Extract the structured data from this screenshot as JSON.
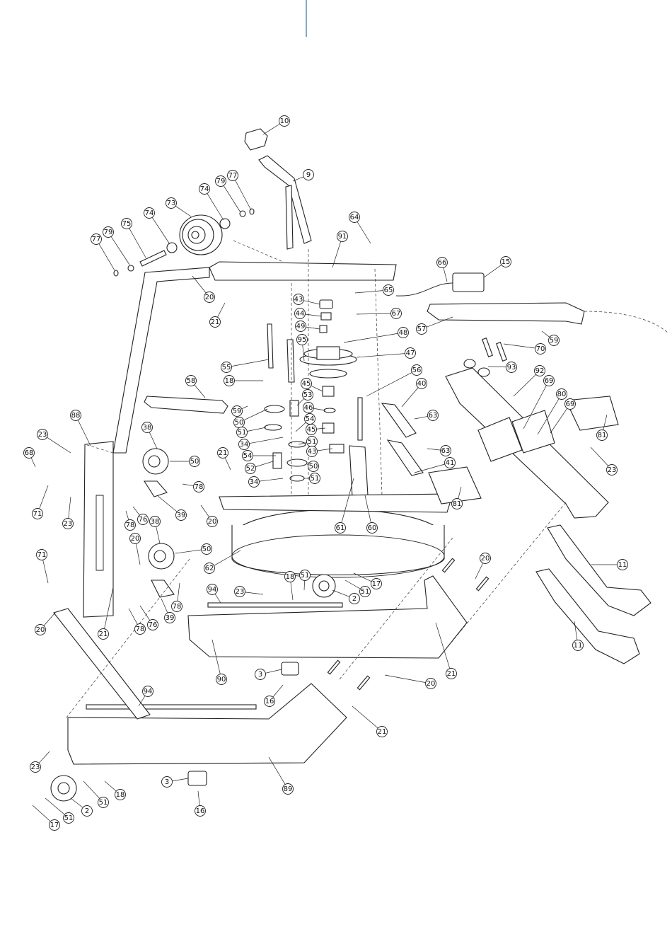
{
  "page": {
    "accent_color": "#3b78a8",
    "line_color": "#222222",
    "background": "#ffffff"
  },
  "diagram": {
    "callouts": [
      {
        "id": "c1",
        "label": "10"
      },
      {
        "id": "c2",
        "label": "9"
      },
      {
        "id": "c3",
        "label": "77"
      },
      {
        "id": "c4",
        "label": "74"
      },
      {
        "id": "c5",
        "label": "79"
      },
      {
        "id": "c6",
        "label": "73"
      },
      {
        "id": "c7",
        "label": "74"
      },
      {
        "id": "c8",
        "label": "75"
      },
      {
        "id": "c9",
        "label": "79"
      },
      {
        "id": "c10",
        "label": "77"
      },
      {
        "id": "c11",
        "label": "64"
      },
      {
        "id": "c12",
        "label": "91"
      },
      {
        "id": "c13",
        "label": "66"
      },
      {
        "id": "c14",
        "label": "15"
      },
      {
        "id": "c15",
        "label": "20"
      },
      {
        "id": "c16",
        "label": "21"
      },
      {
        "id": "c17",
        "label": "43"
      },
      {
        "id": "c18",
        "label": "65"
      },
      {
        "id": "c19",
        "label": "44"
      },
      {
        "id": "c20",
        "label": "67"
      },
      {
        "id": "c21",
        "label": "57"
      },
      {
        "id": "c22",
        "label": "49"
      },
      {
        "id": "c23",
        "label": "48"
      },
      {
        "id": "c24",
        "label": "59"
      },
      {
        "id": "c25",
        "label": "95"
      },
      {
        "id": "c26",
        "label": "70"
      },
      {
        "id": "c27",
        "label": "47"
      },
      {
        "id": "c28",
        "label": "55"
      },
      {
        "id": "c29",
        "label": "93"
      },
      {
        "id": "c30",
        "label": "56"
      },
      {
        "id": "c31",
        "label": "92"
      },
      {
        "id": "c32",
        "label": "18"
      },
      {
        "id": "c33",
        "label": "58"
      },
      {
        "id": "c34",
        "label": "45"
      },
      {
        "id": "c35",
        "label": "40"
      },
      {
        "id": "c36",
        "label": "69"
      },
      {
        "id": "c37",
        "label": "53"
      },
      {
        "id": "c38",
        "label": "59"
      },
      {
        "id": "c39",
        "label": "50"
      },
      {
        "id": "c40",
        "label": "46"
      },
      {
        "id": "c41",
        "label": "80"
      },
      {
        "id": "c42",
        "label": "69"
      },
      {
        "id": "c43",
        "label": "63"
      },
      {
        "id": "c44",
        "label": "88"
      },
      {
        "id": "c45",
        "label": "51"
      },
      {
        "id": "c46",
        "label": "54"
      },
      {
        "id": "c47",
        "label": "45"
      },
      {
        "id": "c48",
        "label": "81"
      },
      {
        "id": "c49",
        "label": "23"
      },
      {
        "id": "c50",
        "label": "38"
      },
      {
        "id": "c51",
        "label": "34"
      },
      {
        "id": "c52",
        "label": "51"
      },
      {
        "id": "c53",
        "label": "63"
      },
      {
        "id": "c54",
        "label": "68"
      },
      {
        "id": "c55",
        "label": "21"
      },
      {
        "id": "c56",
        "label": "54"
      },
      {
        "id": "c57",
        "label": "43"
      },
      {
        "id": "c58",
        "label": "23"
      },
      {
        "id": "c59",
        "label": "50"
      },
      {
        "id": "c60",
        "label": "52"
      },
      {
        "id": "c61",
        "label": "50"
      },
      {
        "id": "c62",
        "label": "41"
      },
      {
        "id": "c63",
        "label": "78"
      },
      {
        "id": "c64",
        "label": "34"
      },
      {
        "id": "c65",
        "label": "51"
      },
      {
        "id": "c66",
        "label": "71"
      },
      {
        "id": "c67",
        "label": "81"
      },
      {
        "id": "c68",
        "label": "23"
      },
      {
        "id": "c69",
        "label": "39"
      },
      {
        "id": "c70",
        "label": "76"
      },
      {
        "id": "c71",
        "label": "20"
      },
      {
        "id": "c72",
        "label": "78"
      },
      {
        "id": "c73",
        "label": "61"
      },
      {
        "id": "c74",
        "label": "60"
      },
      {
        "id": "c75",
        "label": "38"
      },
      {
        "id": "c76",
        "label": "20"
      },
      {
        "id": "c77",
        "label": "50"
      },
      {
        "id": "c78",
        "label": "71"
      },
      {
        "id": "c79",
        "label": "62"
      },
      {
        "id": "c80",
        "label": "20"
      },
      {
        "id": "c81",
        "label": "11"
      },
      {
        "id": "c82",
        "label": "51"
      },
      {
        "id": "c83",
        "label": "18"
      },
      {
        "id": "c84",
        "label": "17"
      },
      {
        "id": "c85",
        "label": "94"
      },
      {
        "id": "c86",
        "label": "23"
      },
      {
        "id": "c87",
        "label": "51"
      },
      {
        "id": "c88",
        "label": "2"
      },
      {
        "id": "c89",
        "label": "78"
      },
      {
        "id": "c90",
        "label": "20"
      },
      {
        "id": "c91",
        "label": "21"
      },
      {
        "id": "c92",
        "label": "78"
      },
      {
        "id": "c93",
        "label": "76"
      },
      {
        "id": "c94",
        "label": "39"
      },
      {
        "id": "c95",
        "label": "11"
      },
      {
        "id": "c96",
        "label": "21"
      },
      {
        "id": "c97",
        "label": "90"
      },
      {
        "id": "c98",
        "label": "3"
      },
      {
        "id": "c99",
        "label": "20"
      },
      {
        "id": "c100",
        "label": "16"
      },
      {
        "id": "c101",
        "label": "94"
      },
      {
        "id": "c102",
        "label": "21"
      },
      {
        "id": "c103",
        "label": "23"
      },
      {
        "id": "c104",
        "label": "89"
      },
      {
        "id": "c105",
        "label": "3"
      },
      {
        "id": "c106",
        "label": "18"
      },
      {
        "id": "c107",
        "label": "51"
      },
      {
        "id": "c108",
        "label": "2"
      },
      {
        "id": "c109",
        "label": "51"
      },
      {
        "id": "c110",
        "label": "16"
      },
      {
        "id": "c111",
        "label": "17"
      }
    ]
  }
}
